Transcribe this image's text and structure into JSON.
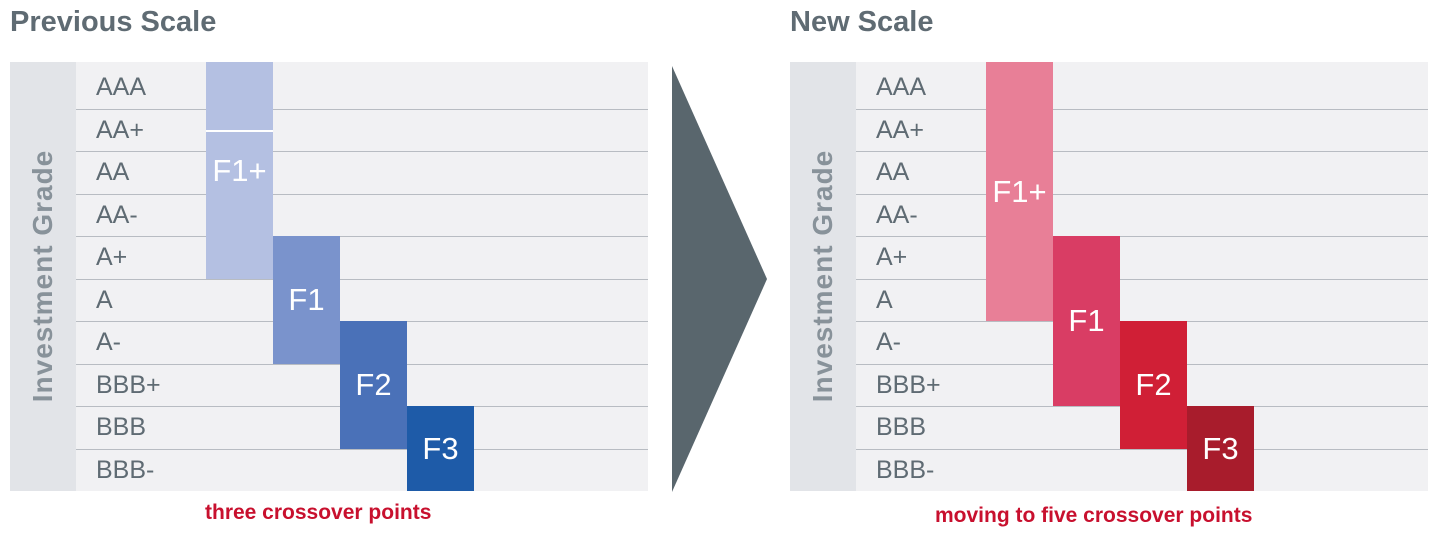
{
  "left": {
    "title": "Previous Scale",
    "sidebar_label": "Investment Grade",
    "ratings": [
      "AAA",
      "AA+",
      "AA",
      "AA-",
      "A+",
      "A",
      "A-",
      "BBB+",
      "BBB",
      "BBB-"
    ],
    "blocks": [
      {
        "label": "F1+",
        "from_rating": "AAA",
        "to_rating": "A+",
        "color": "#b4c0e2"
      },
      {
        "label": "F1",
        "from_rating": "A+",
        "to_rating": "A-",
        "color": "#7a93cc"
      },
      {
        "label": "F2",
        "from_rating": "A-",
        "to_rating": "BBB",
        "color": "#4a71b8"
      },
      {
        "label": "F3",
        "from_rating": "BBB",
        "to_rating": "BBB-",
        "color": "#1e5ba8"
      }
    ],
    "caption": "three crossover points"
  },
  "right": {
    "title": "New Scale",
    "sidebar_label": "Investment Grade",
    "ratings": [
      "AAA",
      "AA+",
      "AA",
      "AA-",
      "A+",
      "A",
      "A-",
      "BBB+",
      "BBB",
      "BBB-"
    ],
    "blocks": [
      {
        "label": "F1+",
        "from_rating": "AAA",
        "to_rating": "A",
        "color": "#e87f97"
      },
      {
        "label": "F1",
        "from_rating": "A+",
        "to_rating": "BBB+",
        "color": "#d93d64"
      },
      {
        "label": "F2",
        "from_rating": "A-",
        "to_rating": "BBB",
        "color": "#d01f36"
      },
      {
        "label": "F3",
        "from_rating": "BBB",
        "to_rating": "BBB-",
        "color": "#a81c2c"
      }
    ],
    "caption": "moving to five crossover points"
  },
  "colors": {
    "title": "#5f6b73",
    "panel": "#f1f1f3",
    "sidebar": "#e2e4e8",
    "arrow": "#59666d",
    "caption": "#c8102e"
  }
}
